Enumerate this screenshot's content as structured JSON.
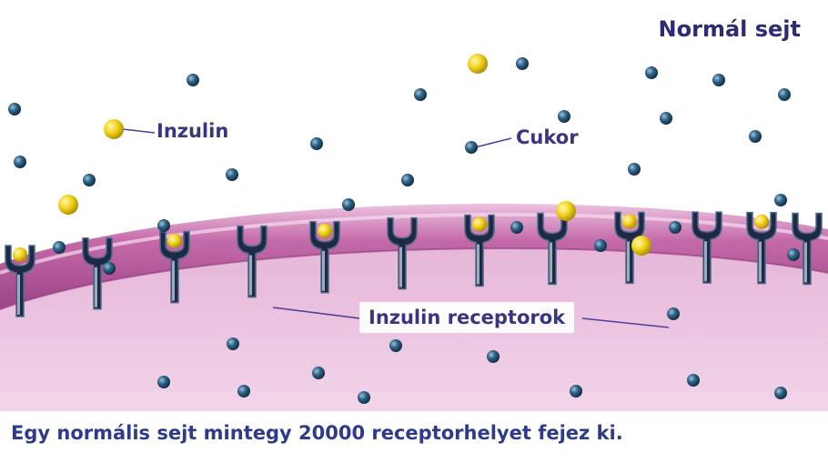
{
  "title": "Normál sejt",
  "labels": {
    "insulin": "Inzulin",
    "sugar": "Cukor",
    "receptors": "Inzulin receptorok"
  },
  "caption": "Egy normális sejt mintegy 20000 receptorhelyet fejez ki.",
  "colors": {
    "title_text": "#2e2a78",
    "label_text": "#3a3580",
    "caption_text": "#2e3a8c",
    "membrane": "#c56aa9",
    "cytoplasm": "#e8b9d9",
    "insulin": "#f2d21b",
    "sugar": "#24506e",
    "receptor": "#1e2a44"
  }
}
